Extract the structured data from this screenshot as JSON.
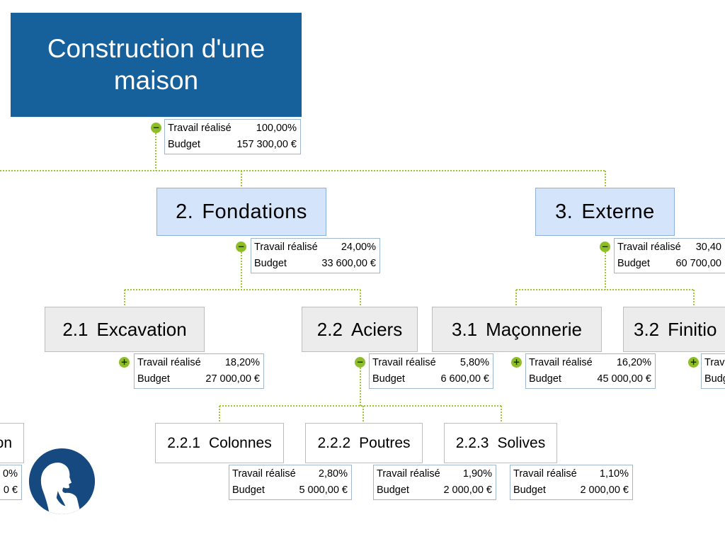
{
  "labels": {
    "work": "Travail réalisé",
    "budget": "Budget"
  },
  "root": {
    "title": "Construction d'une maison",
    "work": "100,00%",
    "budget": "157 300,00 €",
    "toggle": "−"
  },
  "fondations": {
    "num": "2.",
    "name": "Fondations",
    "work": "24,00%",
    "budget": "33 600,00 €",
    "toggle": "−"
  },
  "externe": {
    "num": "3.",
    "name": "Externe",
    "work": "30,40",
    "budget": "60 700,00",
    "toggle": "−"
  },
  "excavation": {
    "num": "2.1",
    "name": "Excavation",
    "work": "18,20%",
    "budget": "27 000,00 €",
    "toggle": "+"
  },
  "aciers": {
    "num": "2.2",
    "name": "Aciers",
    "work": "5,80%",
    "budget": "6 600,00 €",
    "toggle": "−"
  },
  "maconnerie": {
    "num": "3.1",
    "name": "Maçonnerie",
    "work": "16,20%",
    "budget": "45 000,00 €",
    "toggle": "+"
  },
  "finitions": {
    "num": "3.2",
    "name": "Finitio",
    "toggle": "+"
  },
  "colonnes": {
    "num": "2.2.1",
    "name": "Colonnes",
    "work": "2,80%",
    "budget": "5 000,00 €"
  },
  "poutres": {
    "num": "2.2.2",
    "name": "Poutres",
    "work": "1,90%",
    "budget": "2 000,00 €"
  },
  "solives": {
    "num": "2.2.3",
    "name": "Solives",
    "work": "1,10%",
    "budget": "2 000,00 €"
  },
  "left_partial": {
    "name": "on",
    "work": "0%",
    "budget": "0 €"
  },
  "colors": {
    "root": "#16609b",
    "level1": "#d3e4fb",
    "level2": "#ececec",
    "connector": "#9cc92c",
    "toggle": "#8dbe2a"
  },
  "icons": {
    "logo": "thinker-silhouette-icon"
  }
}
